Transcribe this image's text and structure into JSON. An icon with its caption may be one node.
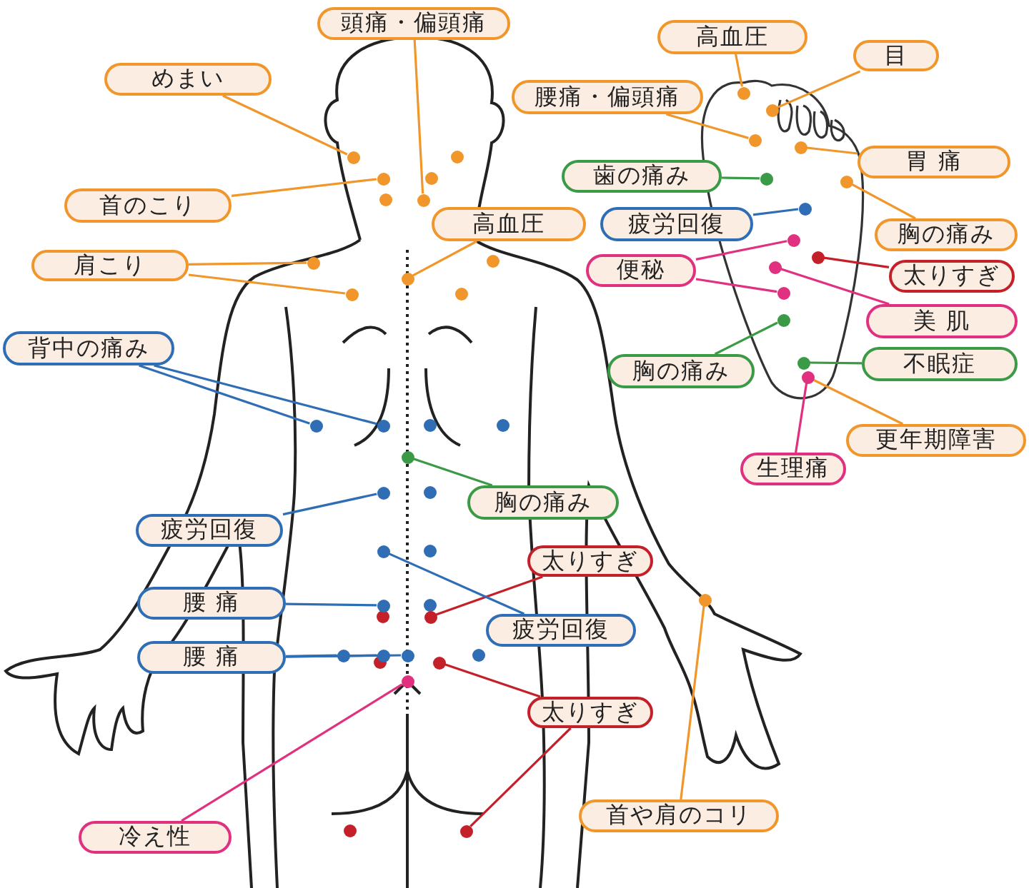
{
  "diagram": {
    "nodes": [
      {
        "text": [
          "頭痛・偏頭痛"
        ]
      },
      {
        "text": [
          "めまい"
        ]
      },
      {
        "text": [
          "首のこり"
        ]
      },
      {
        "text": [
          "肩こり"
        ]
      },
      {
        "text": [
          "高血圧"
        ]
      },
      {
        "text": [
          "高血圧"
        ]
      },
      {
        "text": [
          "目"
        ]
      },
      {
        "text": [
          "腰痛・偏頭痛"
        ]
      },
      {
        "text": [
          "胃 痛"
        ]
      },
      {
        "text": [
          "胸の痛み"
        ]
      },
      {
        "text": [
          "歯の痛み"
        ]
      },
      {
        "text": [
          "疲労回復"
        ]
      },
      {
        "text": [
          "便秘"
        ]
      },
      {
        "text": [
          "太りすぎ"
        ]
      },
      {
        "text": [
          "美 肌"
        ]
      },
      {
        "text": [
          "不眠症"
        ]
      },
      {
        "text": [
          "胸の痛み"
        ]
      },
      {
        "text": [
          "更年期障害"
        ]
      },
      {
        "text": [
          "生理痛"
        ]
      },
      {
        "text": [
          "背中の痛み"
        ]
      },
      {
        "text": [
          "胸の痛み"
        ]
      },
      {
        "text": [
          "疲労回復"
        ]
      },
      {
        "text": [
          "太りすぎ"
        ]
      },
      {
        "text": [
          "腰 痛"
        ]
      },
      {
        "text": [
          "疲労回復"
        ]
      },
      {
        "text": [
          "腰 痛"
        ]
      },
      {
        "text": [
          "太りすぎ"
        ]
      },
      {
        "text": [
          "冷え性"
        ]
      },
      {
        "text": [
          "首や肩のコリ"
        ]
      },
      {
        "text": [],
        "shape": "circle"
      },
      {
        "text": [],
        "shape": "circle"
      },
      {
        "text": [],
        "shape": "circle"
      },
      {
        "text": [],
        "shape": "circle"
      },
      {
        "text": [],
        "shape": "circle"
      },
      {
        "text": [],
        "shape": "circle"
      },
      {
        "text": [],
        "shape": "circle"
      },
      {
        "text": [],
        "shape": "circle"
      },
      {
        "text": [],
        "shape": "circle"
      },
      {
        "text": [],
        "shape": "circle"
      },
      {
        "text": [],
        "shape": "circle"
      },
      {
        "text": [],
        "shape": "circle"
      },
      {
        "text": [],
        "shape": "circle"
      },
      {
        "text": [],
        "shape": "circle"
      },
      {
        "text": [],
        "shape": "circle"
      },
      {
        "text": [],
        "shape": "circle"
      },
      {
        "text": [],
        "shape": "circle"
      },
      {
        "text": [],
        "shape": "circle"
      },
      {
        "text": [],
        "shape": "circle"
      },
      {
        "text": [],
        "shape": "circle"
      },
      {
        "text": [],
        "shape": "circle"
      },
      {
        "text": [],
        "shape": "circle"
      },
      {
        "text": [],
        "shape": "circle"
      },
      {
        "text": [],
        "shape": "circle"
      },
      {
        "text": [],
        "shape": "circle"
      },
      {
        "text": [],
        "shape": "circle"
      },
      {
        "text": [],
        "shape": "circle"
      },
      {
        "text": [],
        "shape": "circle"
      },
      {
        "text": [],
        "shape": "circle"
      },
      {
        "text": [],
        "shape": "circle"
      },
      {
        "text": [],
        "shape": "circle"
      },
      {
        "text": [],
        "shape": "circle"
      },
      {
        "text": [],
        "shape": "circle"
      },
      {
        "text": [],
        "shape": "circle"
      }
    ],
    "edges": [
      {
        "from": 0,
        "to": 29,
        "arrow": "none"
      },
      {
        "from": 1,
        "to": 30,
        "arrow": "none"
      },
      {
        "from": 2,
        "to": 31,
        "arrow": "none"
      },
      {
        "from": 3,
        "to": 32,
        "arrow": "none"
      },
      {
        "from": 3,
        "to": 33,
        "arrow": "none"
      },
      {
        "from": 4,
        "to": 34,
        "arrow": "none"
      },
      {
        "from": 5,
        "to": 35,
        "arrow": "none"
      },
      {
        "from": 6,
        "to": 36,
        "arrow": "none"
      },
      {
        "from": 7,
        "to": 37,
        "arrow": "none"
      },
      {
        "from": 8,
        "to": 38,
        "arrow": "none"
      },
      {
        "from": 9,
        "to": 39,
        "arrow": "none"
      },
      {
        "from": 10,
        "to": 40,
        "arrow": "none",
        "color": "#3a9a45"
      },
      {
        "from": 11,
        "to": 41,
        "arrow": "none",
        "color": "#2f6db5"
      },
      {
        "from": 12,
        "to": 42,
        "arrow": "none",
        "color": "#e0307f"
      },
      {
        "from": 12,
        "to": 43,
        "arrow": "none",
        "color": "#e0307f"
      },
      {
        "from": 13,
        "to": 44,
        "arrow": "none",
        "color": "#c4202a"
      },
      {
        "from": 14,
        "to": 45,
        "arrow": "none",
        "color": "#e0307f"
      },
      {
        "from": 15,
        "to": 46,
        "arrow": "none",
        "color": "#3a9a45"
      },
      {
        "from": 16,
        "to": 47,
        "arrow": "none",
        "color": "#3a9a45"
      },
      {
        "from": 17,
        "to": 48,
        "arrow": "none"
      },
      {
        "from": 18,
        "to": 48,
        "arrow": "none",
        "color": "#e0307f"
      },
      {
        "from": 19,
        "to": 49,
        "arrow": "none",
        "color": "#2f6db5"
      },
      {
        "from": 19,
        "to": 50,
        "arrow": "none",
        "color": "#2f6db5"
      },
      {
        "from": 20,
        "to": 51,
        "arrow": "none",
        "color": "#3a9a45"
      },
      {
        "from": 21,
        "to": 52,
        "arrow": "none",
        "color": "#2f6db5"
      },
      {
        "from": 22,
        "to": 53,
        "arrow": "none",
        "color": "#c4202a"
      },
      {
        "from": 23,
        "to": 54,
        "arrow": "none",
        "color": "#2f6db5"
      },
      {
        "from": 24,
        "to": 55,
        "arrow": "none",
        "color": "#2f6db5"
      },
      {
        "from": 25,
        "to": 56,
        "arrow": "none",
        "color": "#2f6db5"
      },
      {
        "from": 25,
        "to": 57,
        "arrow": "none",
        "color": "#2f6db5"
      },
      {
        "from": 25,
        "to": 58,
        "arrow": "none",
        "color": "#2f6db5"
      },
      {
        "from": 26,
        "to": 59,
        "arrow": "none",
        "color": "#c4202a"
      },
      {
        "from": 26,
        "to": 60,
        "arrow": "none",
        "color": "#c4202a"
      },
      {
        "from": 27,
        "to": 61,
        "arrow": "none",
        "color": "#e0307f"
      },
      {
        "from": 28,
        "to": 62,
        "arrow": "none"
      }
    ]
  }
}
